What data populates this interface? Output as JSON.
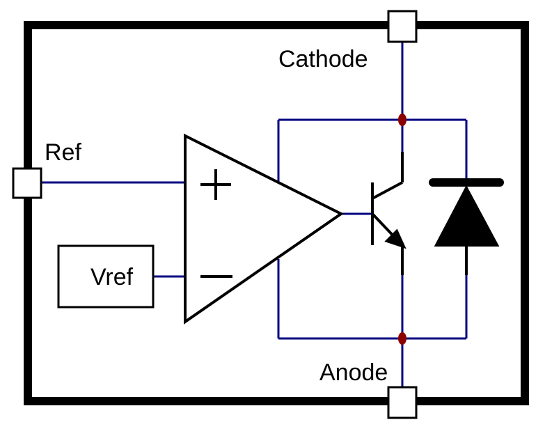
{
  "labels": {
    "cathode": "Cathode",
    "ref": "Ref",
    "vref": "Vref",
    "anode": "Anode"
  },
  "colors": {
    "wire": "#000080",
    "junction": "#8b0000",
    "outline": "#000000"
  }
}
